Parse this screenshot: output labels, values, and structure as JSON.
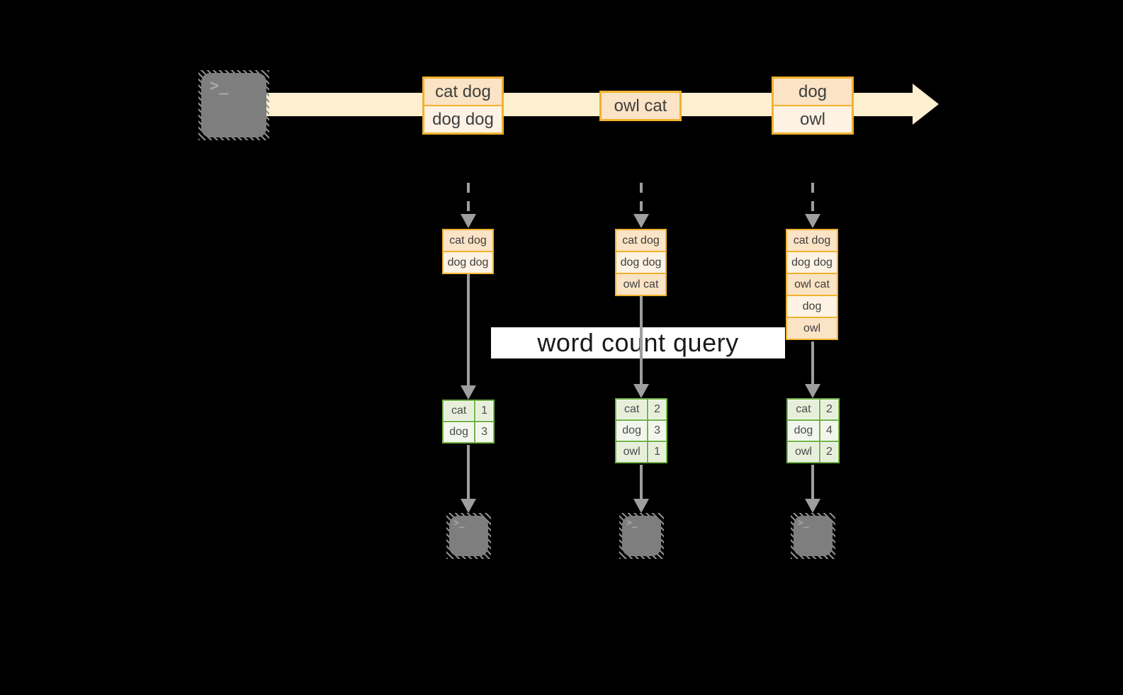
{
  "query": {
    "label": "word count query"
  },
  "glyphs": {
    "terminal_prompt": ">_"
  },
  "stream_events": [
    {
      "lines": [
        "cat dog",
        "dog dog"
      ]
    },
    {
      "lines": [
        "owl cat"
      ]
    },
    {
      "lines": [
        "dog",
        "owl"
      ]
    }
  ],
  "partitions": [
    {
      "buffer": [
        "cat dog",
        "dog dog"
      ],
      "counts": [
        [
          "cat",
          "1"
        ],
        [
          "dog",
          "3"
        ]
      ]
    },
    {
      "buffer": [
        "cat dog",
        "dog dog",
        "owl cat"
      ],
      "counts": [
        [
          "cat",
          "2"
        ],
        [
          "dog",
          "3"
        ],
        [
          "owl",
          "1"
        ]
      ]
    },
    {
      "buffer": [
        "cat dog",
        "dog dog",
        "owl cat",
        "dog",
        "owl"
      ],
      "counts": [
        [
          "cat",
          "2"
        ],
        [
          "dog",
          "4"
        ],
        [
          "owl",
          "2"
        ]
      ]
    }
  ],
  "colors": {
    "background": "#000000",
    "stream_band": "#fcf0d0",
    "orange_border": "#f0b22d",
    "fill_peach": "#fbe3c5",
    "fill_cream": "#fdf2e3",
    "green_border": "#6fb244",
    "green_cell": "#e7efdb",
    "green_cell_alt": "#f2f6ec",
    "arrow_gray": "#9e9e9e",
    "terminal_gray": "#7e7e7e",
    "query_background": "#ffffff",
    "query_text": "#1a1a1a"
  }
}
